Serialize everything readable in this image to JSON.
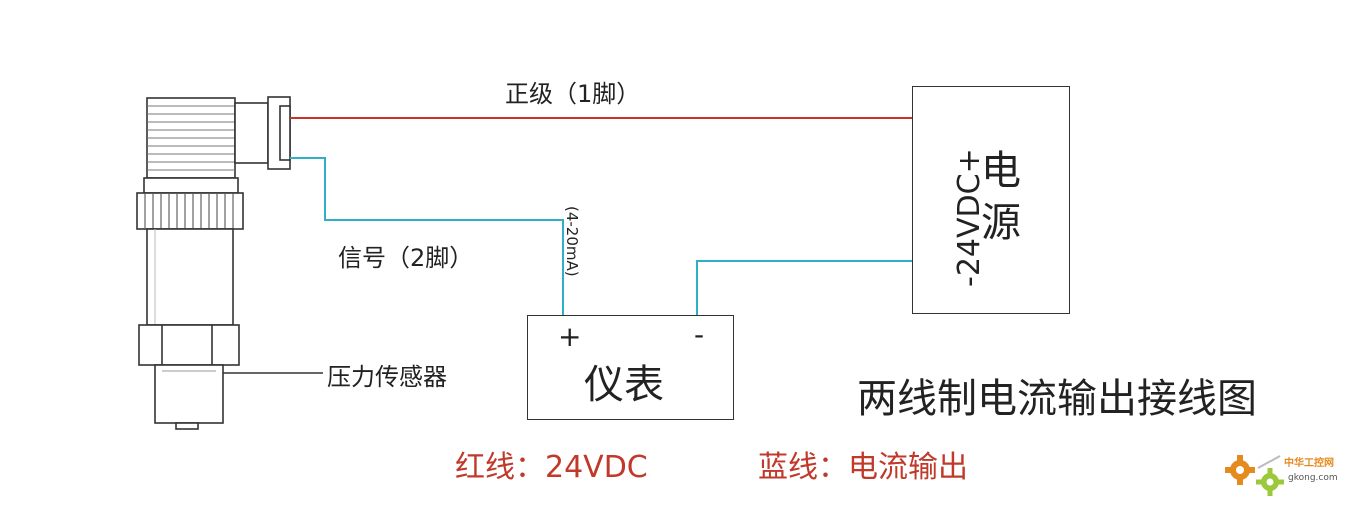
{
  "wires": {
    "positive_label": "正级（1脚）",
    "signal_label": "信号（2脚）",
    "current_range": "(4-20mA)"
  },
  "power_supply": {
    "title": "电源",
    "voltage_label": "-24VDC+"
  },
  "meter": {
    "title": "仪表",
    "plus": "+",
    "minus": "-"
  },
  "sensor": {
    "label": "压力传感器"
  },
  "diagram_title": "两线制电流输出接线图",
  "legend": {
    "red_wire": "红线：24VDC",
    "blue_wire": "蓝线：电流输出"
  },
  "watermark": {
    "name": "中华工控网",
    "url": "gkong.com"
  },
  "colors": {
    "red_wire": "#c9332b",
    "blue_wire": "#2fb0c7",
    "legend_red": "#c0392b",
    "watermark": "#e58a1f"
  }
}
